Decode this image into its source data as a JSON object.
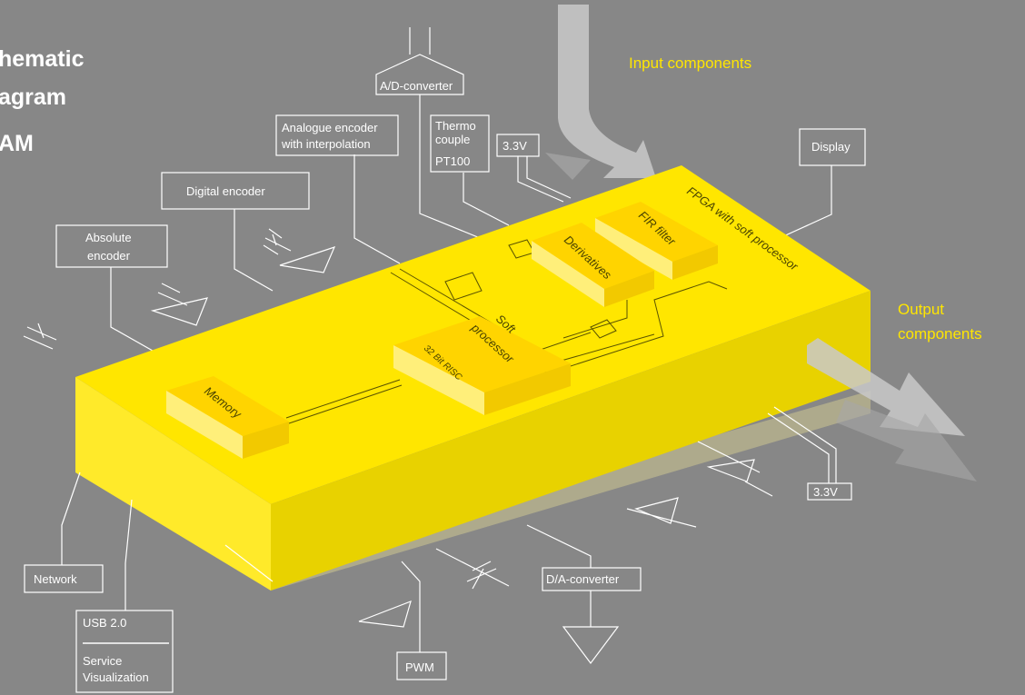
{
  "title": [
    "hematic",
    "agram",
    "AM"
  ],
  "input_label": "Input components",
  "output_label": [
    "Output",
    "components"
  ],
  "labels": {
    "ad_converter": "A/D-converter",
    "analogue_encoder": [
      "Analogue encoder",
      "with interpolation"
    ],
    "thermo": [
      "Thermo",
      "couple",
      "PT100"
    ],
    "v33_top": "3.3V",
    "display": "Display",
    "digital_encoder": "Digital encoder",
    "absolute_encoder": [
      "Absolute",
      "encoder"
    ],
    "network": "Network",
    "usb": "USB 2.0",
    "service": [
      "Service",
      "Visualization"
    ],
    "pwm": "PWM",
    "da_converter": "D/A-converter",
    "v33_bottom": "3.3V"
  },
  "chips": {
    "fpga": "FPGA with soft processor",
    "fir": "FIR filter",
    "derivatives": "Derivatives",
    "soft": [
      "Soft",
      "processor"
    ],
    "risc": "32 Bit RISC",
    "memory": "Memory"
  },
  "colors": {
    "background": "#878787",
    "board_top": "#ffe600",
    "board_side": "#e8d200",
    "accent_text": "#ffe600"
  }
}
